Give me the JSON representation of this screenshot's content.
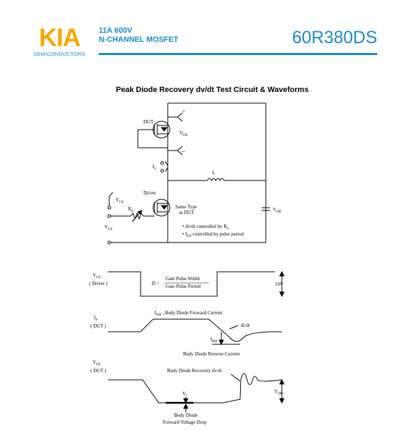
{
  "header": {
    "logo_text": "KIA",
    "logo_sub": "SEMICONDUCTORS",
    "product_line1": "11A 600V",
    "product_line2": "N-CHANNEL MOSFET",
    "part_number": "60R380DS",
    "brand_color": "#1a8bc7",
    "logo_color": "#f6a800"
  },
  "title": "Peak Diode Recovery dv/dt Test Circuit  &  Waveforms",
  "circuit": {
    "dut": "DUT",
    "vds_main": "V",
    "vds_sub": "DS",
    "plus": "+",
    "minus": "--",
    "is_main": "I",
    "is_sub": "S",
    "inductor": "L",
    "driver": "Driver",
    "vgs_main": "V",
    "vgs_sub": "GS",
    "rg_main": "R",
    "rg_sub": "G",
    "same_type_1": "Same Type",
    "same_type_2": "as DUT",
    "vdd_main": "V",
    "vdd_sub": "DD",
    "note1_pre": "• dv/dt controlled by R",
    "note1_sub": "G",
    "note2_pre": "• I",
    "note2_sub": "SD",
    "note2_post": "  controlled by pulse period"
  },
  "waveforms": {
    "vgs_label_main": "V",
    "vgs_label_sub": "GS",
    "vgs_label_2": "( Driver )",
    "duty_d": "D =",
    "duty_num": "Gate Pulse Width",
    "duty_den": "Gate Pulse Period",
    "ten_v": "10V",
    "is_label_main": "I",
    "is_label_sub": "S",
    "is_label_2": "( DUT )",
    "ifm_main": "I",
    "ifm_sub": "FM",
    "ifm_text": " , Body Diode Forward Current",
    "didt": "di/dt",
    "irm_main": "I",
    "irm_sub": "RM",
    "reverse_current": "Body Diode Reverse Current",
    "vds_label_main": "V",
    "vds_label_sub": "DS",
    "vds_label_2": "( DUT )",
    "recovery_dvdt": "Body Diode Recovery dv/dt",
    "vf_main": "V",
    "vf_sub": "f",
    "vdd_main": "V",
    "vdd_sub": "DD",
    "body_diode": "Body Diode",
    "forward_drop": "Forward Voltage Drop"
  }
}
